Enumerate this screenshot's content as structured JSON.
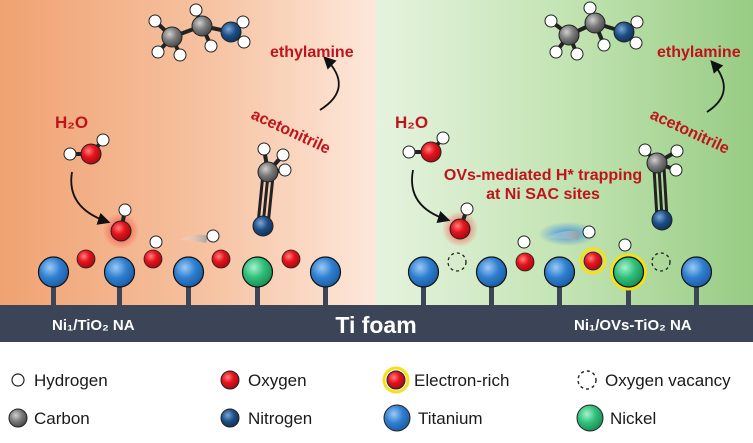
{
  "labels": {
    "h2o_left": "H₂O",
    "h2o_right": "H₂O",
    "ethylamine_left": "ethylamine",
    "ethylamine_right": "ethylamine",
    "acetonitrile_left": "acetonitrile",
    "acetonitrile_right": "acetonitrile",
    "trapping_line1": "OVs-mediated H* trapping",
    "trapping_line2": "at Ni SAC sites",
    "substrate": "Ti foam",
    "left_catalyst": "Ni₁/TiO₂ NA",
    "right_catalyst": "Ni₁/OVs-TiO₂ NA"
  },
  "legend": [
    {
      "label": "Hydrogen",
      "icon": "hydrogen-atom-icon"
    },
    {
      "label": "Oxygen",
      "icon": "oxygen-atom-icon"
    },
    {
      "label": "Electron-rich",
      "icon": "electron-rich-atom-icon"
    },
    {
      "label": "Oxygen vacancy",
      "icon": "oxygen-vacancy-icon"
    },
    {
      "label": "Carbon",
      "icon": "carbon-atom-icon"
    },
    {
      "label": "Nitrogen",
      "icon": "nitrogen-atom-icon"
    },
    {
      "label": "Titanium",
      "icon": "titanium-atom-icon"
    },
    {
      "label": "Nickel",
      "icon": "nickel-atom-icon"
    }
  ],
  "colors": {
    "label_red": "#c0141c",
    "left_bg": "#f2a679",
    "right_bg": "#9fd08a",
    "substrate": "#3c4557",
    "oxygen": "#e0141c",
    "titanium": "#2e7fd0",
    "nickel": "#2fbf7a",
    "nitrogen": "#1e4f86",
    "carbon": "#777777",
    "electron_rich_glow": "#f5e11a"
  }
}
